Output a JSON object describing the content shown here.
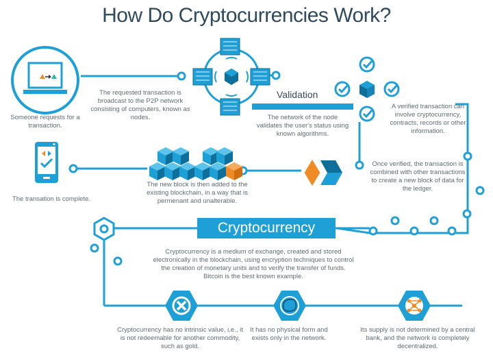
{
  "title": "How Do Cryptocurrencies Work?",
  "colors": {
    "primary": "#1ea0d6",
    "dark_blue": "#0e6f9a",
    "orange": "#f08a24",
    "teal": "#2bb5a8",
    "title": "#2f4a5c",
    "text": "#5f6b73"
  },
  "steps": [
    {
      "id": "request",
      "icon": "laptop-icon",
      "text": "Someone requests for a transaction."
    },
    {
      "id": "broadcast",
      "icon": "network-nodes-icon",
      "text": "The requested transaction is broadcast to the P2P network consisting of computers, known as nodes."
    },
    {
      "id": "validation",
      "icon": "checkmarks-cube-icon",
      "heading": "Validation",
      "text": "The network of the node validates the user's status using known algorithms."
    },
    {
      "id": "verified",
      "text": "A verified transaction can involve cryptocurrency, contracts, records or other information."
    },
    {
      "id": "new_block",
      "icon": "block-icon",
      "text": "Once verified, the transaction is combined with other transactions to create a new block of data for the ledger."
    },
    {
      "id": "added",
      "icon": "blockchain-icon",
      "text": "The new block is then added to the existing blockchain, in a way that is permenant and unalterable."
    },
    {
      "id": "complete",
      "icon": "smartphone-icon",
      "text": "The transation is complete."
    }
  ],
  "cryptocurrency": {
    "heading": "Cryptocurrency",
    "definition": "Cryptocurrency is a medium of exchange, created and stored electronically in the blockchain, using encryption techniques to control the creation of monetary units and to verify the transfer of funds. Bitcoin is the best known example."
  },
  "facts": [
    {
      "icon": "x-icon",
      "text": "Cryptocurrency has no intrinsic value, i.e., it is not redeemable for another commodity, such as gold."
    },
    {
      "icon": "cloud-shape-icon",
      "text": "It has no physical form and exists only in the network."
    },
    {
      "icon": "decentralized-network-icon",
      "text": "Its supply is not determined by a central bank, and the network is completely decentralized."
    }
  ]
}
